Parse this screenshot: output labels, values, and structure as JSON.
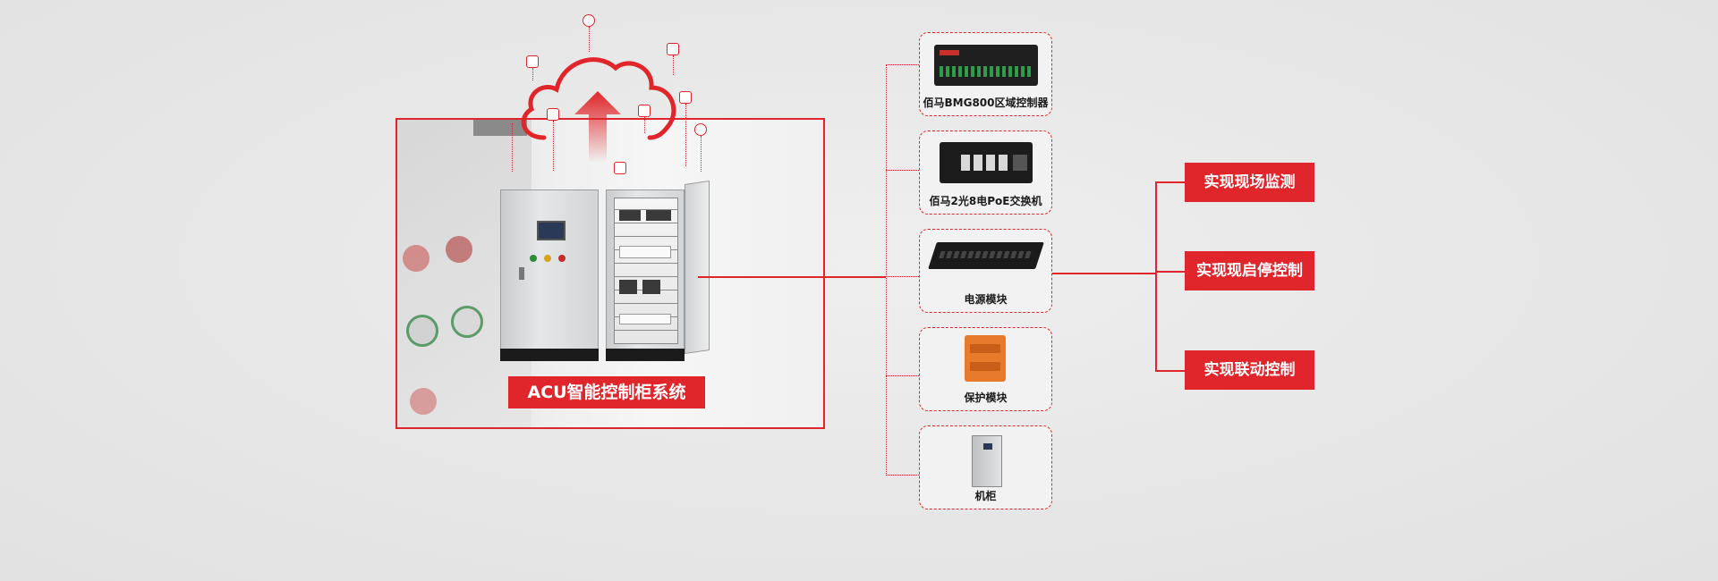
{
  "system": {
    "label": "ACU智能控制柜系统"
  },
  "components": [
    {
      "label": "佰马BMG800区域控制器",
      "icon": "controller-device"
    },
    {
      "label": "佰马2光8电PoE交换机",
      "icon": "poe-switch-device"
    },
    {
      "label": "电源模块",
      "icon": "power-module-device"
    },
    {
      "label": "保护模块",
      "icon": "protection-module-device"
    },
    {
      "label": "机柜",
      "icon": "cabinet-device"
    }
  ],
  "capabilities": [
    {
      "label": "实现现场监测"
    },
    {
      "label": "实现现启停控制"
    },
    {
      "label": "实现联动控制"
    }
  ],
  "cloud": {
    "icons": [
      "user-icon",
      "chat-icon",
      "document-icon",
      "monitor-icon",
      "chart-icon",
      "mobile-icon",
      "wifi-icon",
      "upload-icon"
    ]
  },
  "colors": {
    "accent": "#e0262a",
    "background": "#e8e8e8",
    "label_text": "#ffffff"
  }
}
